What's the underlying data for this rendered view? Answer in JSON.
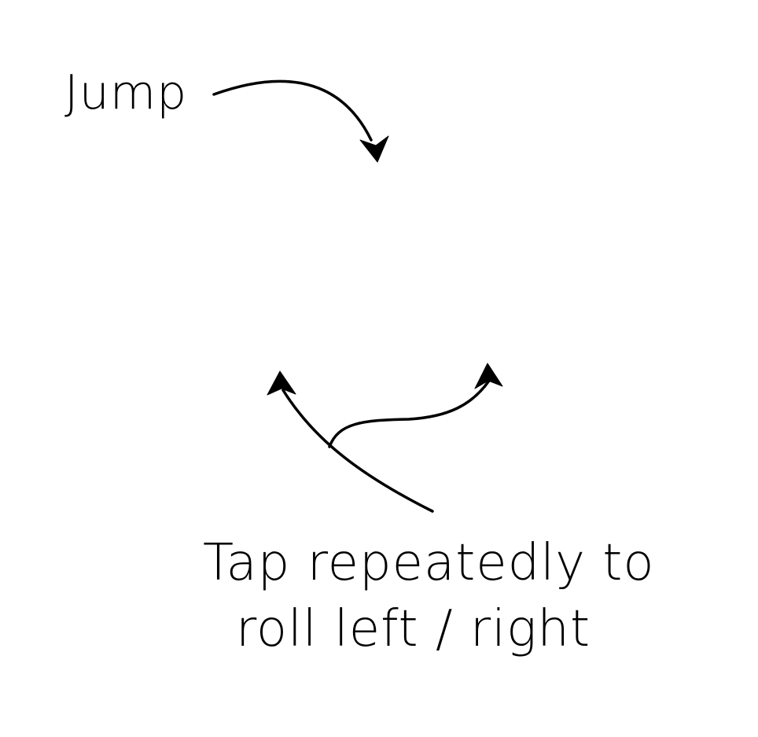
{
  "tutorial": {
    "jump_hint": "Jump",
    "roll_hint_line1": "Tap repeatedly to",
    "roll_hint_line2": "roll left / right"
  },
  "icons": {
    "jump_arrow": "curved-arrow-down-icon",
    "roll_left_arrow": "curved-arrow-up-left-icon",
    "roll_right_arrow": "curved-arrow-up-right-icon"
  },
  "colors": {
    "background": "#ffffff",
    "ink": "#000000"
  }
}
